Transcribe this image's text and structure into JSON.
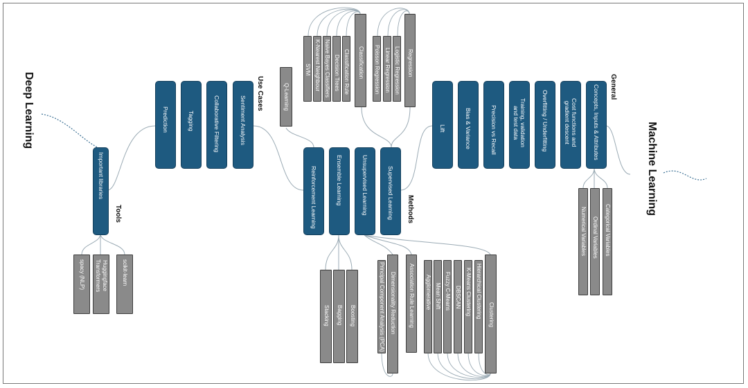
{
  "titles": {
    "left": "Deep Learning",
    "right": "Machine Learning"
  },
  "sections": {
    "tools": "Tools",
    "use_cases": "Use Cases",
    "methods": "Methods",
    "general": "General"
  },
  "tools": {
    "important_libraries": "Important libraries",
    "spacy": "spacy (NLP)",
    "huggingface": "Huggingface\nTransformers",
    "scikit": "scikit-learn"
  },
  "use_cases": {
    "prediction": "Prediction",
    "tagging": "Tagging",
    "collaborative_filtering": "Collaborative Filtering",
    "sentiment_analysis": "Sentiment Analysis"
  },
  "methods": {
    "reinforcement": "Reinforcement Learning",
    "ensemble": "Ensemble Learning",
    "unsupervised": "Unsupervised Learning",
    "supervised": "Supervised Learning",
    "q_learning": "Q-Learning"
  },
  "classification": {
    "title": "Classification",
    "svm": "SVM",
    "knn": "K-Nearest Neighbour",
    "naive_bayes": "Naive Bayes Classifiers",
    "decision_trees": "Decision Trees",
    "classification_rule": "Classification Rule"
  },
  "regression": {
    "title": "Regression",
    "poisson": "Poisson Regression",
    "linear": "Linear Regression",
    "logistic": "Logistic Regression"
  },
  "ensemble": {
    "stacking": "Stacking",
    "bagging": "Bagging",
    "boosting": "Boosting"
  },
  "unsupervised": {
    "pca": "Principal Component Analysis (PCA)",
    "dimensionality_reduction": "Dimensionality Reduction",
    "association_rule": "Association Rule Learning",
    "agglomerative": "Agglomerative",
    "mean_shift": "Mean Shift",
    "fuzzy_c_means": "Fuzzy C-Means",
    "dbscan": "DBSCAN",
    "k_means": "K-Means Clustering",
    "hierarchical": "Hierarchical Clustering",
    "clustering": "Clustering"
  },
  "general": {
    "lift": "Lift",
    "bias_variance": "Bias & Variance",
    "precision_recall": "Precision vs Recall",
    "training_validation": "Training, validation\nand test data",
    "overfitting": "Overfitting / Underfitting",
    "cost_functions": "Cost functions and\ngradient descent",
    "concepts": "Concepts, Inputs & Attributes"
  },
  "attributes": {
    "numerical": "Numerical Variables",
    "ordinal": "Ordinal Variables",
    "categorical": "Categorical Variables"
  },
  "colors": {
    "node_blue": "#1e5a80",
    "node_gray": "#8a8a8a",
    "link": "#8fa6b3",
    "dotted": "#3a6f93"
  }
}
